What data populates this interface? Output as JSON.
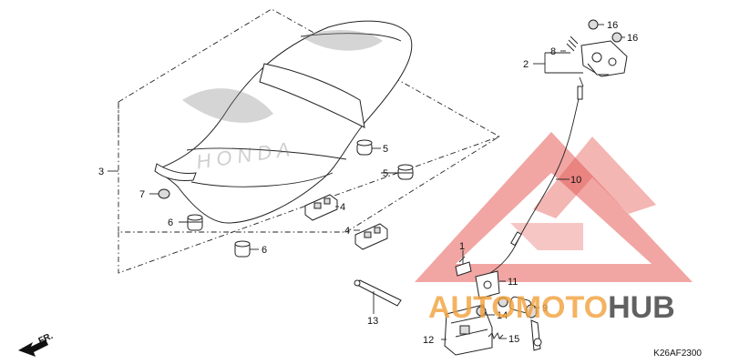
{
  "diagram": {
    "code": "K26AF2300",
    "direction_label": "FR.",
    "callouts": [
      {
        "id": "c1",
        "label": "1"
      },
      {
        "id": "c2",
        "label": "2"
      },
      {
        "id": "c3",
        "label": "3"
      },
      {
        "id": "c4a",
        "label": "4"
      },
      {
        "id": "c4b",
        "label": "4"
      },
      {
        "id": "c5a",
        "label": "5"
      },
      {
        "id": "c5b",
        "label": "5"
      },
      {
        "id": "c6a",
        "label": "6"
      },
      {
        "id": "c6b",
        "label": "6"
      },
      {
        "id": "c7",
        "label": "7"
      },
      {
        "id": "c8",
        "label": "8"
      },
      {
        "id": "c9",
        "label": "9"
      },
      {
        "id": "c10",
        "label": "10"
      },
      {
        "id": "c11",
        "label": "11"
      },
      {
        "id": "c12",
        "label": "12"
      },
      {
        "id": "c13",
        "label": "13"
      },
      {
        "id": "c14",
        "label": "14"
      },
      {
        "id": "c15",
        "label": "15"
      },
      {
        "id": "c16a",
        "label": "16"
      },
      {
        "id": "c16b",
        "label": "16"
      }
    ]
  },
  "watermark": {
    "brand_part1": "AUTOMOTO",
    "brand_part2": "HUB",
    "color_red": "#e0403a",
    "color_orange": "#f2a13a",
    "color_dark": "#3a3a3a"
  }
}
